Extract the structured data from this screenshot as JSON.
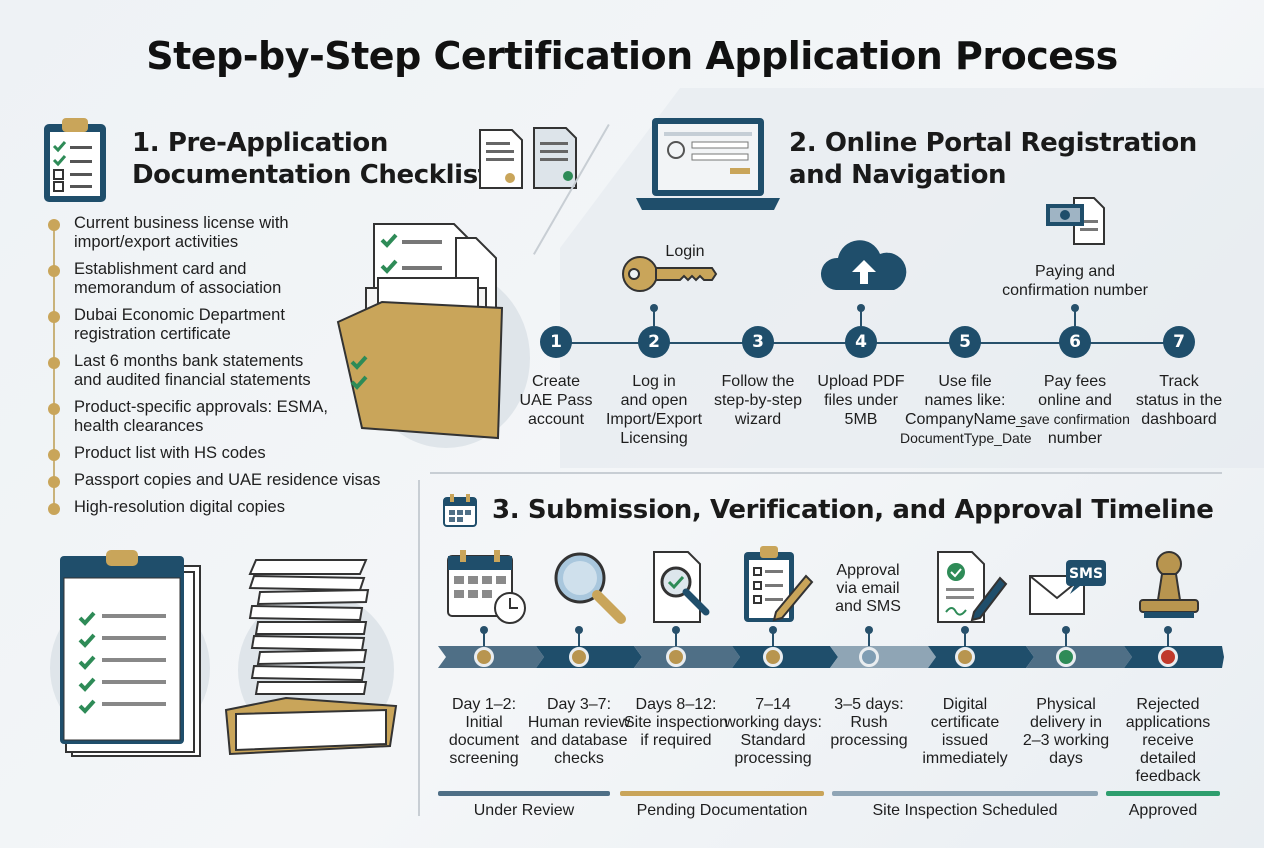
{
  "title": "Step-by-Step Certification Application Process",
  "section1": {
    "title_line1": "1. Pre-Application",
    "title_line2": "Documentation Checklist",
    "items": [
      {
        "line1": "Current business license with",
        "line2": "import/export activities"
      },
      {
        "line1": "Establishment card and",
        "line2": "memorandum of association"
      },
      {
        "line1": "Dubai Economic Department",
        "line2": "registration certificate"
      },
      {
        "line1": "Last 6 months bank statements",
        "line2": "and audited financial statements"
      },
      {
        "line1": "Product-specific approvals: ESMA,",
        "line2": "health clearances"
      },
      {
        "line1": "Product list with HS codes",
        "line2": ""
      },
      {
        "line1": "Passport copies and UAE residence visas",
        "line2": ""
      },
      {
        "line1": "High-resolution digital copies",
        "line2": ""
      }
    ]
  },
  "section2": {
    "title_line1": "2. Online Portal Registration",
    "title_line2": "and Navigation",
    "login_label": "Login",
    "paying_label_line1": "Paying and",
    "paying_label_line2": "confirmation number",
    "steps": [
      {
        "num": "1",
        "lines": [
          "Create",
          "UAE Pass",
          "account"
        ]
      },
      {
        "num": "2",
        "lines": [
          "Log in",
          "and open",
          "Import/Export",
          "Licensing"
        ]
      },
      {
        "num": "3",
        "lines": [
          "Follow the",
          "step-by-step",
          "wizard"
        ]
      },
      {
        "num": "4",
        "lines": [
          "Upload PDF",
          "files under",
          "5MB"
        ]
      },
      {
        "num": "5",
        "lines": [
          "Use file",
          "names like:",
          "CompanyName_",
          "DocumentType_Date"
        ]
      },
      {
        "num": "6",
        "lines": [
          "Pay fees",
          "online and",
          "save confirmation",
          "number"
        ]
      },
      {
        "num": "7",
        "lines": [
          "Track",
          "status in the",
          "dashboard"
        ]
      }
    ]
  },
  "section3": {
    "title": "3. Submission, Verification, and Approval Timeline",
    "approval_note_lines": [
      "Approval",
      "via email",
      "and SMS"
    ],
    "sms_badge": "SMS",
    "stages": [
      {
        "lines": [
          "Day 1–2:",
          "Initial",
          "document",
          "screening"
        ],
        "dot_color": "#b8954f"
      },
      {
        "lines": [
          "Day 3–7:",
          "Human review",
          "and database",
          "checks"
        ],
        "dot_color": "#b8954f"
      },
      {
        "lines": [
          "Days 8–12:",
          "Site inspection",
          "if required"
        ],
        "dot_color": "#b8954f"
      },
      {
        "lines": [
          "7–14",
          "working days:",
          "Standard",
          "processing"
        ],
        "dot_color": "#b8954f"
      },
      {
        "lines": [
          "3–5 days:",
          "Rush",
          "processing"
        ],
        "dot_color": "#7f9db3"
      },
      {
        "lines": [
          "Digital",
          "certificate",
          "issued",
          "immediately"
        ],
        "dot_color": "#b8954f"
      },
      {
        "lines": [
          "Physical",
          "delivery in",
          "2–3 working",
          "days"
        ],
        "dot_color": "#2e8b57"
      },
      {
        "lines": [
          "Rejected",
          "applications",
          "receive detailed",
          "feedback"
        ],
        "dot_color": "#c0392b"
      }
    ],
    "legend": [
      {
        "label": "Under Review",
        "color": "#4f6f86"
      },
      {
        "label": "Pending Documentation",
        "color": "#c9a55a"
      },
      {
        "label": "Site Inspection Scheduled",
        "color": "#8fa5b5"
      },
      {
        "label": "Approved",
        "color": "#2e9e6e"
      }
    ]
  },
  "colors": {
    "navy": "#1f4e6b",
    "gold": "#c9a55a",
    "green": "#2e8b57",
    "red": "#c0392b"
  },
  "icons": [
    "clipboard-check-icon",
    "documents-icon",
    "folder-icon",
    "laptop-icon",
    "key-icon",
    "cloud-upload-icon",
    "money-icon",
    "calendar-icon",
    "magnifier-icon",
    "document-check-icon",
    "clipboard-pen-icon",
    "certificate-pen-icon",
    "envelope-sms-icon",
    "stamp-icon",
    "paper-stack-icon"
  ]
}
